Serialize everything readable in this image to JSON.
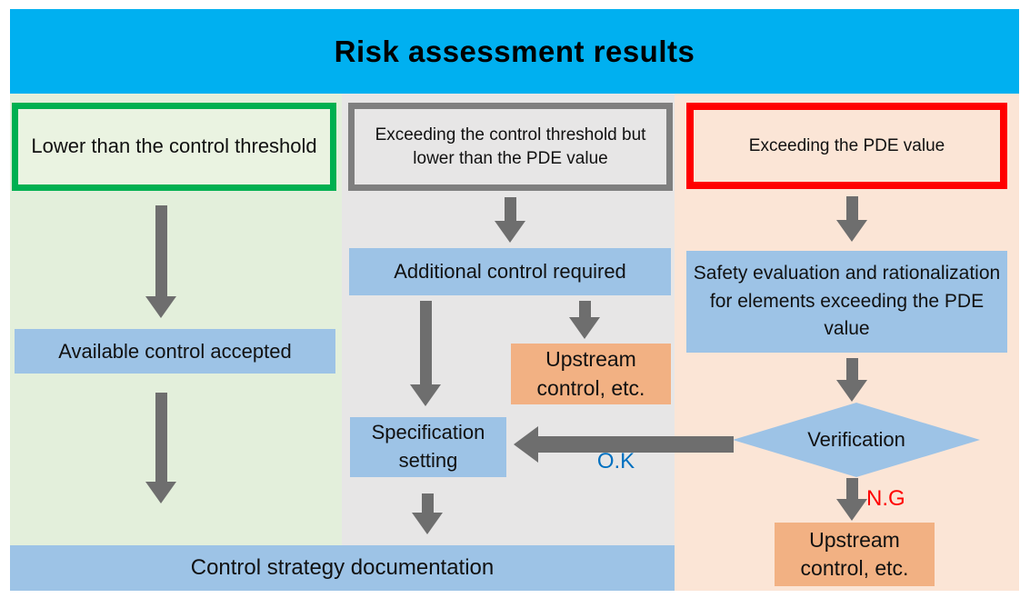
{
  "header": {
    "title": "Risk assessment results"
  },
  "left_column": {
    "entry_box": "Lower than the control threshold",
    "accepted_box": "Available control accepted"
  },
  "middle_column": {
    "entry_box": "Exceeding the control threshold but lower than the PDE value",
    "additional_control_box": "Additional control required",
    "upstream_box": "Upstream control, etc.",
    "specification_box": "Specification setting",
    "ok_label": "O.K"
  },
  "right_column": {
    "entry_box": "Exceeding the PDE value",
    "safety_box": "Safety evaluation and rationalization for elements exceeding the PDE value",
    "verification_diamond": "Verification",
    "ng_label": "N.G",
    "upstream_box": "Upstream control, etc."
  },
  "footer": {
    "bar": "Control strategy documentation"
  },
  "colors": {
    "header_bg": "#00B0F0",
    "left_column_bg": "#E3EFDB",
    "middle_column_bg": "#E7E6E6",
    "right_column_bg": "#FBE5D6",
    "green_border": "#00B050",
    "gray_border": "#7F7F7F",
    "red_border": "#FF0000",
    "blue_box": "#9DC3E6",
    "orange_box": "#F2B183",
    "arrow_gray": "#6E6E6E",
    "ok_text": "#0070C0",
    "ng_text": "#FF0000"
  }
}
